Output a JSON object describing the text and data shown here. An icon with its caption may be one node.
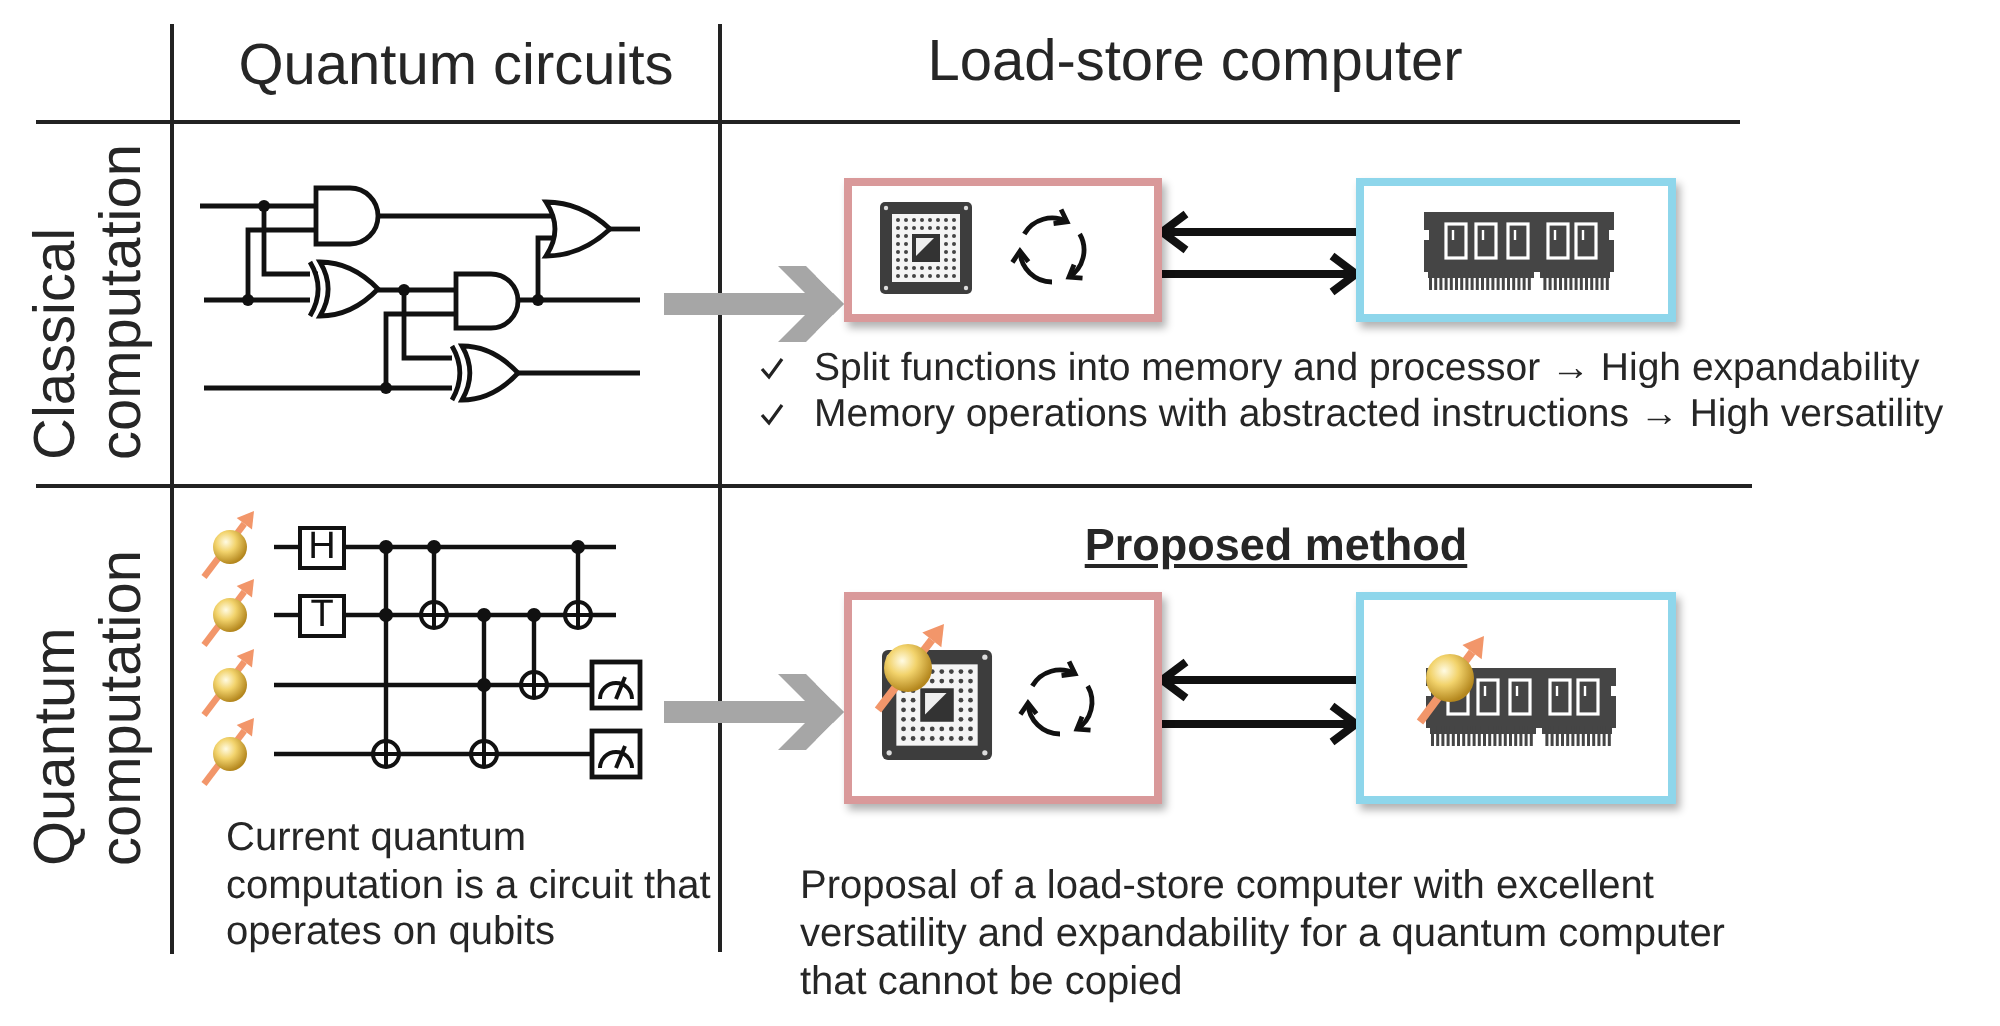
{
  "diagram": {
    "nodes": [
      {
        "text": [],
        "shape": "picture"
      },
      {
        "text": [],
        "shape": "box"
      },
      {
        "text": [],
        "shape": "box"
      },
      {
        "text": [],
        "shape": "picture"
      },
      {
        "text": [
          "H"
        ],
        "in": 3
      },
      {
        "text": [
          "T"
        ],
        "in": 3
      },
      {
        "text": [],
        "shape": "box"
      },
      {
        "text": [],
        "shape": "box"
      }
    ],
    "edges": [
      {
        "from": 0,
        "to": 1,
        "arrow": "to",
        "style": "thick",
        "color": "#a6a6a6"
      },
      {
        "from": 2,
        "to": 1,
        "arrow": "to"
      },
      {
        "from": 1,
        "to": 2,
        "arrow": "to"
      },
      {
        "from": 3,
        "to": 6,
        "arrow": "to",
        "style": "thick",
        "color": "#a6a6a6"
      },
      {
        "from": 7,
        "to": 6,
        "arrow": "to"
      },
      {
        "from": 6,
        "to": 7,
        "arrow": "to"
      }
    ],
    "labels": [
      "Quantum circuits",
      "Load-store computer",
      "Classical computation",
      "Split functions into memory and processor → High expandability",
      "Memory operations with abstracted instructions → High versatility",
      "Quantum computation",
      "Proposed method",
      "Current quantum computation is a circuit that operates on qubits",
      "Proposal of a load-store computer with excellent versatility and expandability for a quantum computer that cannot be copied"
    ]
  }
}
